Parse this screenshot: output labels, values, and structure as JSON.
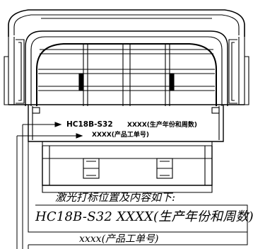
{
  "drawing": {
    "stroke_color": "#000000",
    "background": "#ffffff",
    "part_marking": {
      "line1_code": "HC18B-S32",
      "line1_suffix": "XXXX(生产年份和周数)",
      "line2": "XXXX(产品工单号)"
    }
  },
  "note": {
    "heading": "激光打标位置及内容如下:",
    "line1": "HC18B-S32  XXXX(生产年份和周数)",
    "line2": "xxxx(产品工单号)"
  }
}
